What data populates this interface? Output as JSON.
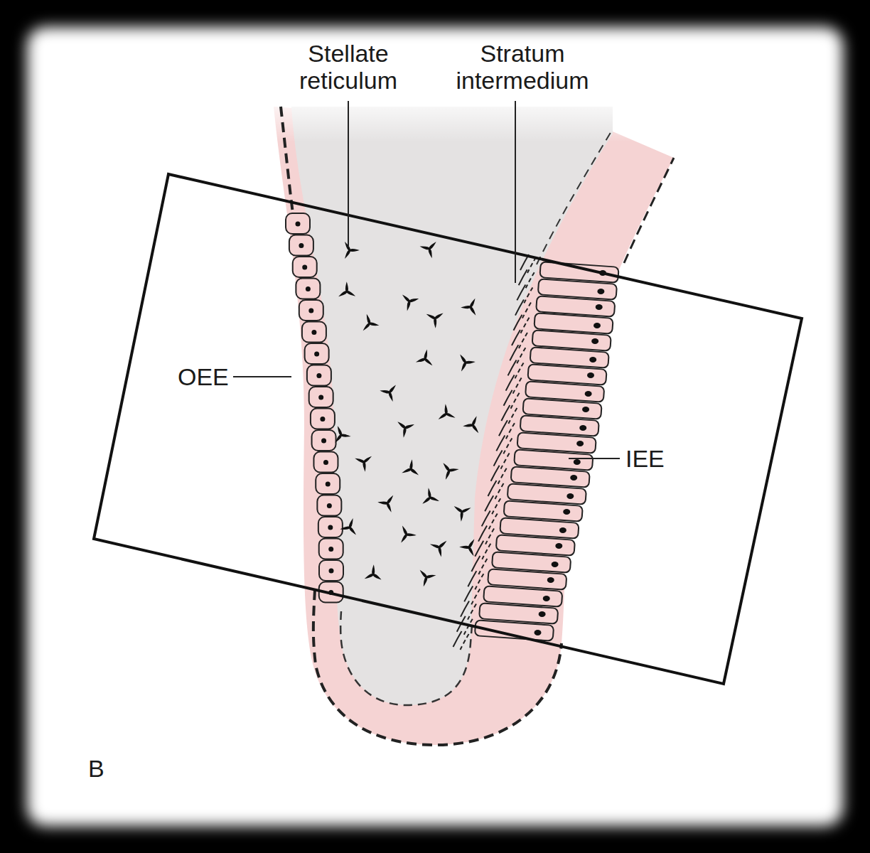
{
  "diagram": {
    "labels": [
      "Stellate reticulum",
      "Stratum intermedium",
      "OEE",
      "IEE",
      "B"
    ]
  }
}
